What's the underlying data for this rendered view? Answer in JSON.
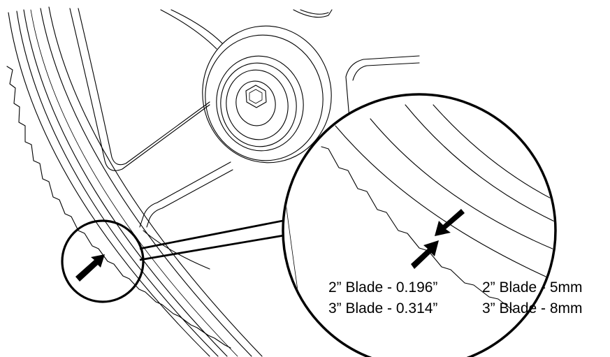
{
  "callouts": {
    "imperial": [
      "2” Blade - 0.196”",
      "3” Blade - 0.314”"
    ],
    "metric": [
      "2” Blade - 5mm",
      "3” Blade - 8mm"
    ]
  },
  "colors": {
    "line": "#000000",
    "background": "#ffffff"
  },
  "icons": [
    "arrow-icon"
  ]
}
